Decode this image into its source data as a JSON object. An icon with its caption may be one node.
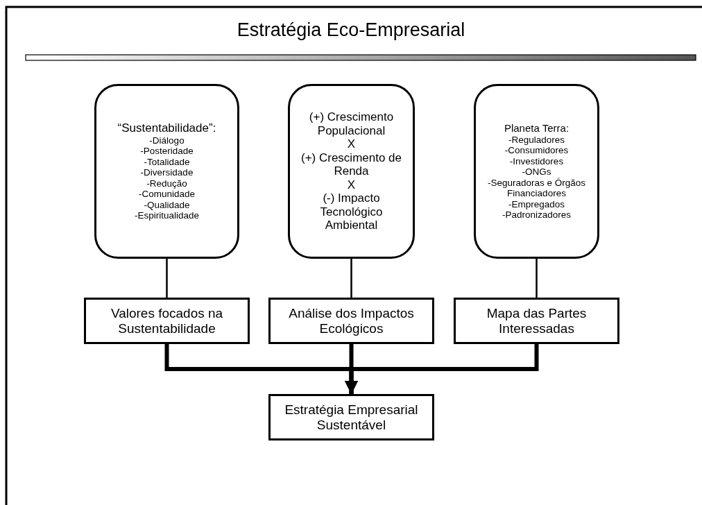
{
  "diagram": {
    "title": "Estratégia Eco-Empresarial",
    "nodes": [
      {
        "text": [
          "“Sustentabilidade”:",
          "-Diálogo",
          "-Posteridade",
          "-Totalidade",
          "-Diversidade",
          "-Redução",
          "-Comunidade",
          "-Qualidade",
          "-Espiritualidade"
        ]
      },
      {
        "text": [
          "(+) Crescimento Populacional",
          "X",
          "(+) Crescimento de Renda",
          "X",
          "(-) Impacto Tecnológico Ambiental"
        ]
      },
      {
        "text": [
          "Planeta Terra:",
          "-Reguladores",
          "-Consumidores",
          "-Investidores",
          "-ONGs",
          "-Seguradoras e Órgãos Financiadores",
          "-Empregados",
          "-Padronizadores"
        ]
      },
      {
        "text": [
          "Valores focados na Sustentabilidade"
        ]
      },
      {
        "text": [
          "Análise dos Impactos Ecológicos"
        ]
      },
      {
        "text": [
          "Mapa das Partes Interessadas"
        ]
      },
      {
        "text": [
          "Estratégia Empresarial Sustentável"
        ]
      }
    ],
    "edges": [
      {
        "from": 0,
        "to": 3,
        "arrow": "none"
      },
      {
        "from": 1,
        "to": 4,
        "arrow": "none"
      },
      {
        "from": 2,
        "to": 5,
        "arrow": "none"
      },
      {
        "from": 3,
        "to": 6,
        "arrow": "to",
        "style": "thick"
      },
      {
        "from": 4,
        "to": 6,
        "arrow": "to",
        "style": "thick"
      },
      {
        "from": 5,
        "to": 6,
        "arrow": "to",
        "style": "thick"
      }
    ]
  }
}
